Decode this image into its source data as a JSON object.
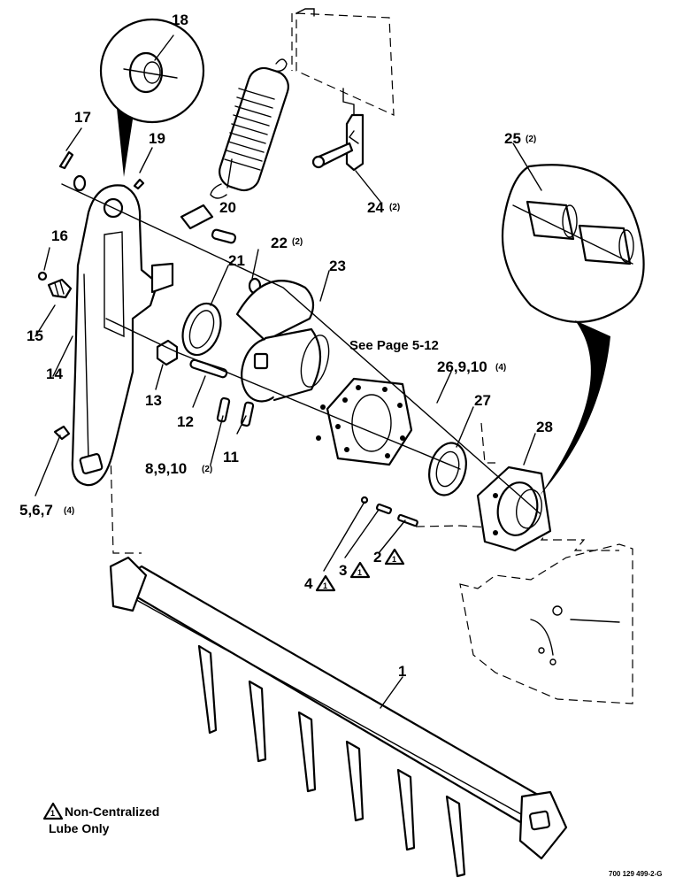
{
  "diagram": {
    "callouts": [
      {
        "id": "c1",
        "text": "1"
      },
      {
        "id": "c2",
        "text": "2"
      },
      {
        "id": "c3",
        "text": "3"
      },
      {
        "id": "c4",
        "text": "4"
      },
      {
        "id": "c5",
        "text": "5,6,7",
        "qty": "(4)"
      },
      {
        "id": "c8",
        "text": "8,9,10",
        "qty": "(2)"
      },
      {
        "id": "c11",
        "text": "11"
      },
      {
        "id": "c12",
        "text": "12"
      },
      {
        "id": "c13",
        "text": "13"
      },
      {
        "id": "c14",
        "text": "14"
      },
      {
        "id": "c15",
        "text": "15"
      },
      {
        "id": "c16",
        "text": "16"
      },
      {
        "id": "c17",
        "text": "17"
      },
      {
        "id": "c18",
        "text": "18"
      },
      {
        "id": "c19",
        "text": "19"
      },
      {
        "id": "c20",
        "text": "20"
      },
      {
        "id": "c21",
        "text": "21"
      },
      {
        "id": "c22",
        "text": "22",
        "qty": "(2)"
      },
      {
        "id": "c23",
        "text": "23"
      },
      {
        "id": "c24",
        "text": "24",
        "qty": "(2)"
      },
      {
        "id": "c25",
        "text": "25",
        "qty": "(2)"
      },
      {
        "id": "c26",
        "text": "26,9,10",
        "qty": "(4)"
      },
      {
        "id": "c27",
        "text": "27"
      },
      {
        "id": "c28",
        "text": "28"
      }
    ],
    "note_symbol": "1",
    "see_page": "See Page 5-12",
    "legend_line1": "Non-Centralized",
    "legend_line2": "Lube Only",
    "figure_code": "700 129 499-2-G"
  }
}
